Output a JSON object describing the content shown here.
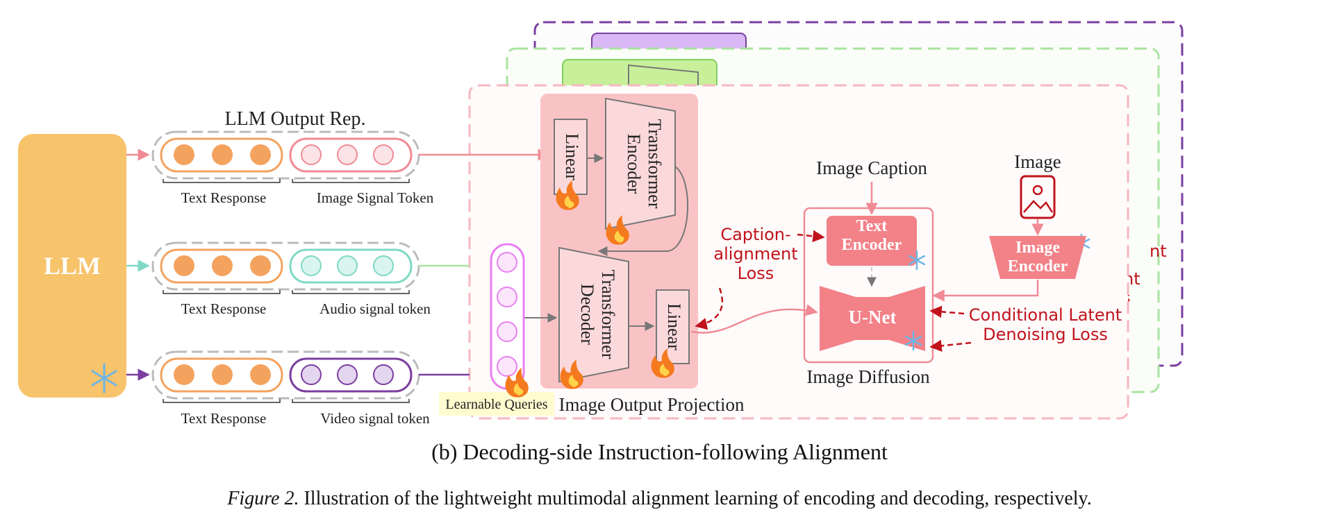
{
  "diagram": {
    "llm_label": "LLM",
    "output_rep_label": "LLM Output Rep.",
    "rows": [
      {
        "left_label": "Text Response",
        "right_label": "Image Signal Token",
        "color": "#f08b95",
        "fill": "#fbe3e6"
      },
      {
        "left_label": "Text Response",
        "right_label": "Audio signal token",
        "color": "#7fd9c4",
        "fill": "#d9f5ee"
      },
      {
        "left_label": "Text Response",
        "right_label": "Video signal token",
        "color": "#7a3ea0",
        "fill": "#e5d6ef"
      }
    ],
    "projection": {
      "linear_top": "Linear",
      "encoder": "Transformer Encoder",
      "decoder": "Transformer Decoder",
      "linear_bottom": "Linear",
      "learnable_queries": "Learnable Queries",
      "title": "Image Output Projection"
    },
    "diffusion": {
      "image_caption": "Image Caption",
      "image": "Image",
      "text_encoder": "Text Encoder",
      "image_encoder": "Image Encoder",
      "unet": "U-Net",
      "title": "Image Diffusion"
    },
    "losses": {
      "caption_alignment": "Caption-alignment Loss",
      "conditional": "Conditional Latent Denoising Loss"
    },
    "background_fragments": [
      "nt",
      "nt",
      "s"
    ],
    "colors": {
      "accent_red": "#c0131b",
      "pink": "#f08b95",
      "orange": "#f7c36b",
      "purple": "#7a3ea0",
      "green": "#b6ea8c"
    }
  },
  "subcaption": "(b) Decoding-side Instruction-following Alignment",
  "figure_caption": {
    "label": "Figure 2.",
    "text": "Illustration of the lightweight multimodal alignment learning of encoding and decoding, respectively."
  }
}
